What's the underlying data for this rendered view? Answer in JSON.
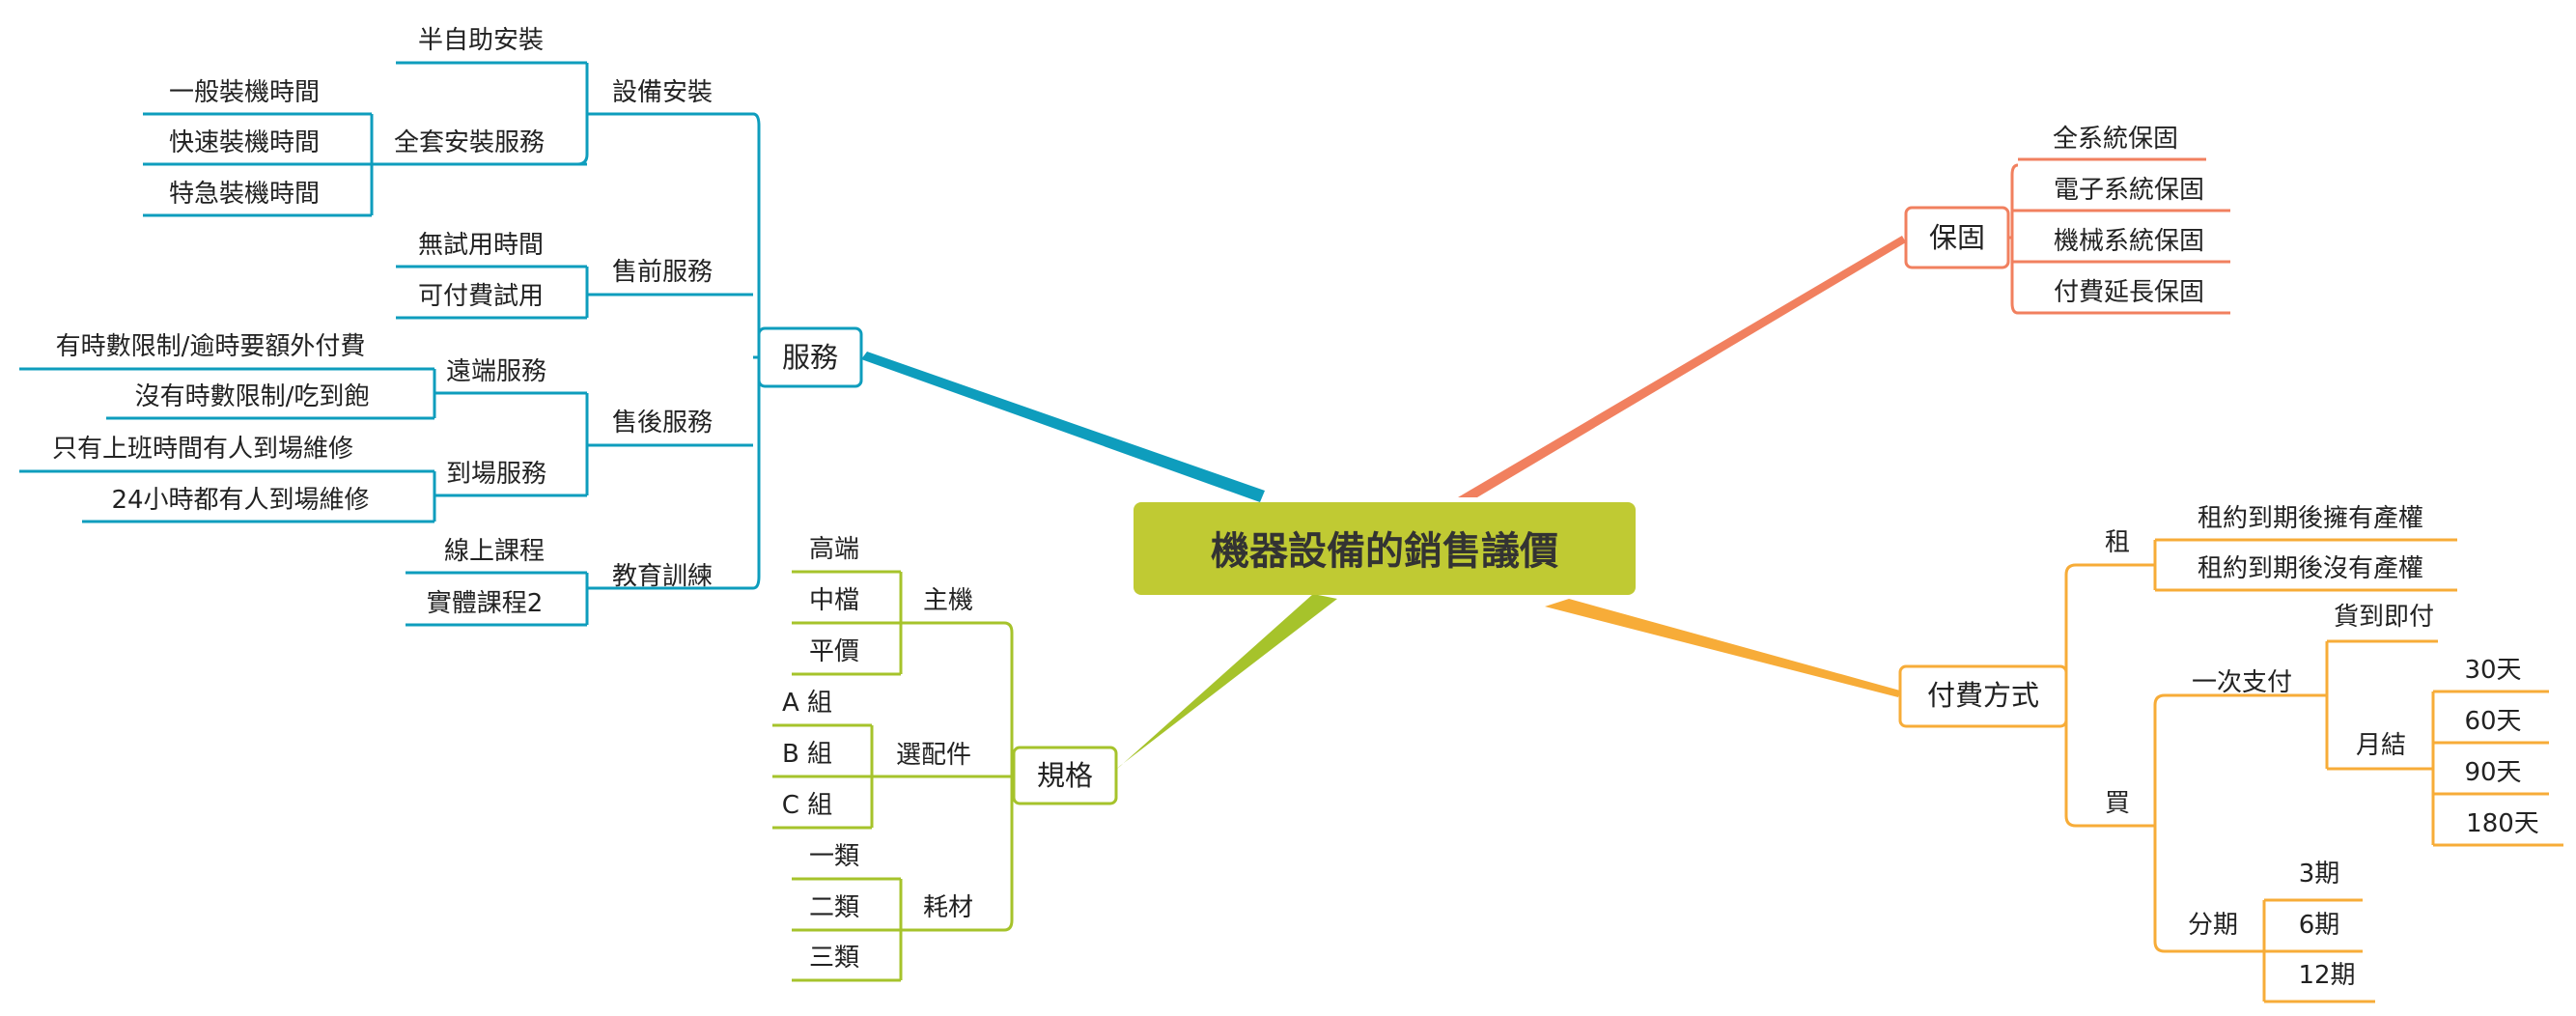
{
  "root": {
    "label": "機器設備的銷售議價"
  },
  "colors": {
    "root_fill": "#C0CA33",
    "blue": "#0E9DBD",
    "green": "#A6C32B",
    "orange_red": "#F1805F",
    "orange": "#F7AC38"
  },
  "branches": {
    "fuwu": {
      "label": "服務",
      "shebei": {
        "label": "設備安裝",
        "banzi": "半自助安裝",
        "quantao": {
          "label": "全套安裝服務",
          "c1": "一般裝機時間",
          "c2": "快速裝機時間",
          "c3": "特急裝機時間"
        }
      },
      "shouqian": {
        "label": "售前服務",
        "c1": "無試用時間",
        "c2": "可付費試用"
      },
      "shouhou": {
        "label": "售後服務",
        "yuanduan": {
          "label": "遠端服務",
          "c1": "有時數限制/逾時要額外付費",
          "c2": "沒有時數限制/吃到飽"
        },
        "daochang": {
          "label": "到場服務",
          "c1": "只有上班時間有人到場維修",
          "c2": "24小時都有人到場維修"
        }
      },
      "jiaoyu": {
        "label": "教育訓練",
        "c1": "線上課程",
        "c2": "實體課程2"
      }
    },
    "guige": {
      "label": "規格",
      "zhuji": {
        "label": "主機",
        "c1": "高端",
        "c2": "中檔",
        "c3": "平價"
      },
      "xuanpei": {
        "label": "選配件",
        "c1": "A 組",
        "c2": "B 組",
        "c3": "C 組"
      },
      "haocai": {
        "label": "耗材",
        "c1": "一類",
        "c2": "二類",
        "c3": "三類"
      }
    },
    "baogu": {
      "label": "保固",
      "c1": "全系統保固",
      "c2": "電子系統保固",
      "c3": "機械系統保固",
      "c4": "付費延長保固"
    },
    "fufei": {
      "label": "付費方式",
      "zu": {
        "label": "租",
        "c1": "租約到期後擁有產權",
        "c2": "租約到期後沒有產權"
      },
      "mai": {
        "label": "買",
        "yici": {
          "label": "一次支付",
          "huodao": "貨到即付",
          "yuejie": {
            "label": "月結",
            "c1": "30天",
            "c2": "60天",
            "c3": "90天",
            "c4": "180天"
          }
        },
        "fenqi": {
          "label": "分期",
          "c1": "3期",
          "c2": "6期",
          "c3": "12期"
        }
      }
    }
  }
}
